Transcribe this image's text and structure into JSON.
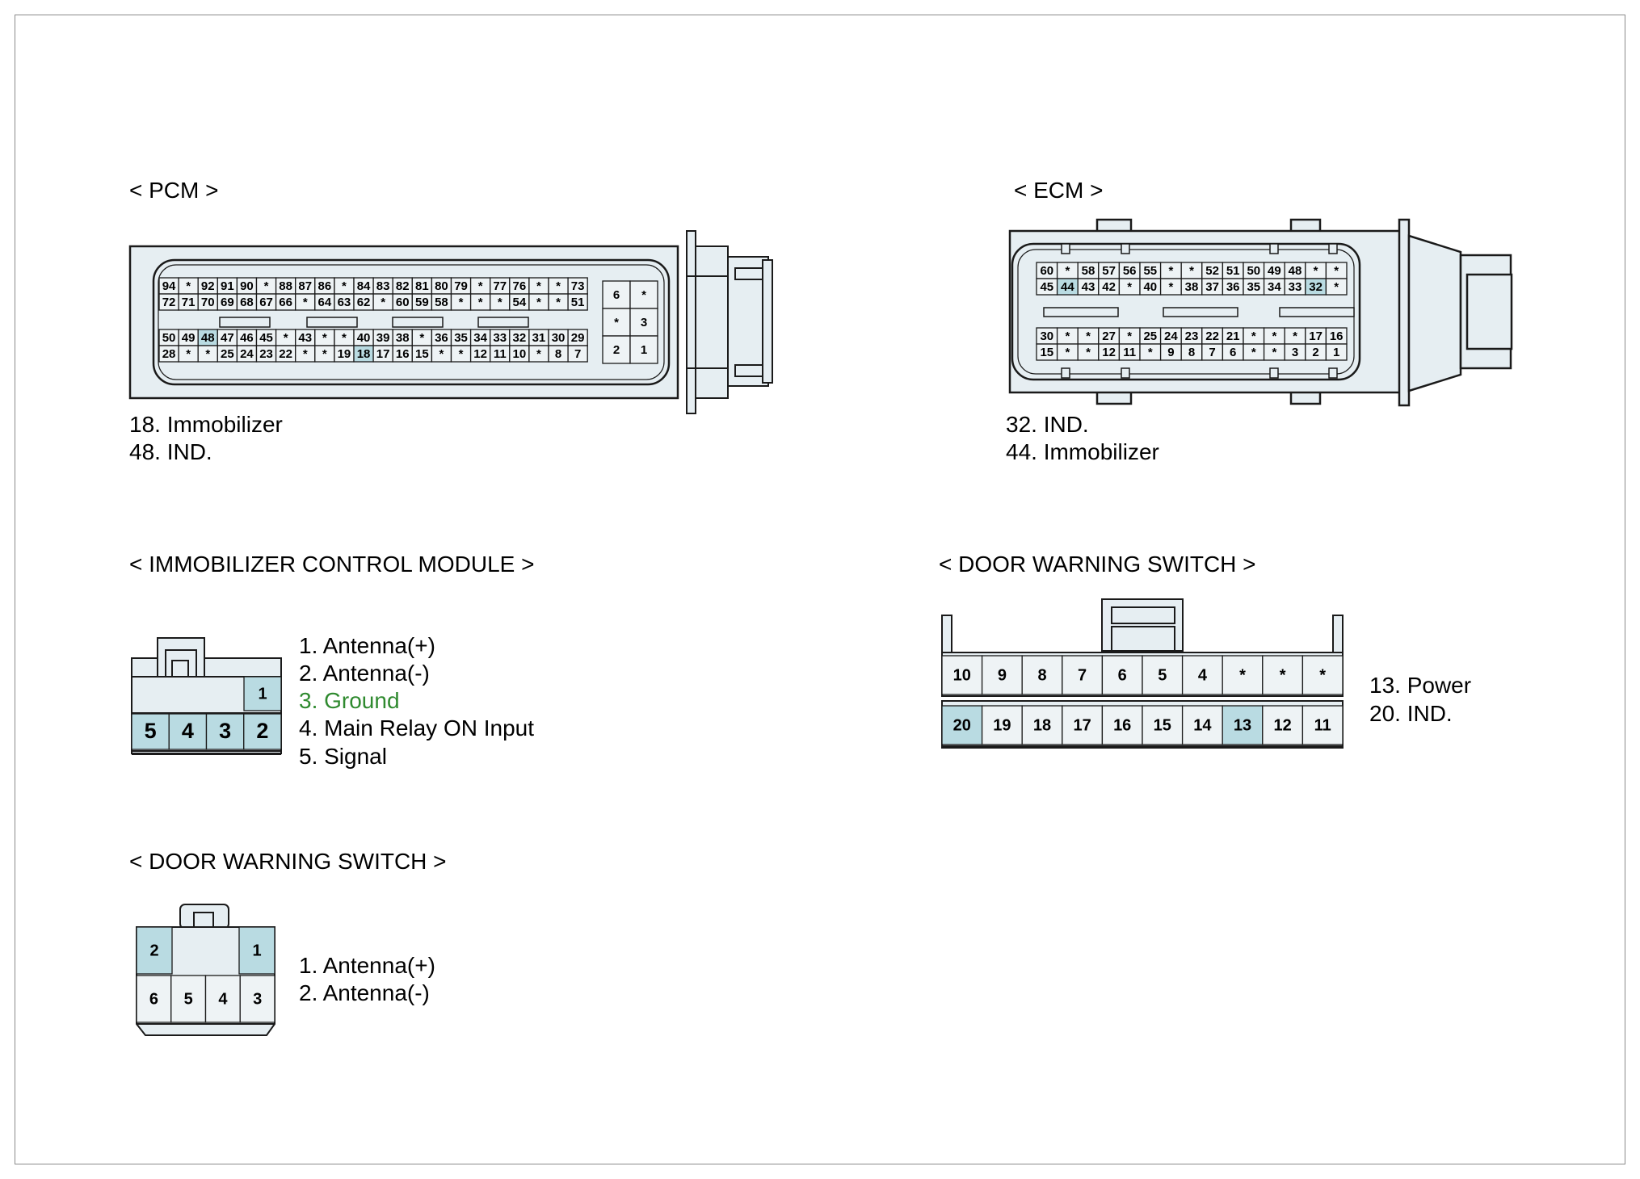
{
  "colors": {
    "shell_fill": "#e6eef2",
    "highlight_fill": "#b9dbe2",
    "stroke": "#1a1a1a",
    "ground_text": "#2f8a2f"
  },
  "pcm": {
    "title": "< PCM >",
    "left_rows": [
      [
        "94",
        "*",
        "92",
        "91",
        "90",
        "*",
        "88",
        "87",
        "86",
        "*",
        "84",
        "83",
        "82",
        "81",
        "80",
        "79",
        "*",
        "77",
        "76",
        "*",
        "*",
        "73"
      ],
      [
        "72",
        "71",
        "70",
        "69",
        "68",
        "67",
        "66",
        "*",
        "64",
        "63",
        "62",
        "*",
        "60",
        "59",
        "58",
        "*",
        "*",
        "*",
        "54",
        "*",
        "*",
        "51"
      ],
      [
        "50",
        "49",
        "48",
        "47",
        "46",
        "45",
        "*",
        "43",
        "*",
        "*",
        "40",
        "39",
        "38",
        "*",
        "36",
        "35",
        "34",
        "33",
        "32",
        "31",
        "30",
        "29"
      ],
      [
        "28",
        "*",
        "*",
        "25",
        "24",
        "23",
        "22",
        "*",
        "*",
        "19",
        "18",
        "17",
        "16",
        "15",
        "*",
        "*",
        "12",
        "11",
        "10",
        "*",
        "8",
        "7"
      ]
    ],
    "right_block": [
      [
        "6",
        "*"
      ],
      [
        "*",
        "3"
      ],
      [
        "2",
        "1"
      ]
    ],
    "highlighted": [
      "18",
      "48"
    ],
    "notes": [
      "18. Immobilizer",
      "48. IND."
    ]
  },
  "ecm": {
    "title": "< ECM >",
    "rows": [
      [
        "60",
        "*",
        "58",
        "57",
        "56",
        "55",
        "*",
        "*",
        "52",
        "51",
        "50",
        "49",
        "48",
        "*",
        "*"
      ],
      [
        "45",
        "44",
        "43",
        "42",
        "*",
        "40",
        "*",
        "38",
        "37",
        "36",
        "35",
        "34",
        "33",
        "32",
        "*"
      ],
      [
        "30",
        "*",
        "*",
        "27",
        "*",
        "25",
        "24",
        "23",
        "22",
        "21",
        "*",
        "*",
        "*",
        "17",
        "16"
      ],
      [
        "15",
        "*",
        "*",
        "12",
        "11",
        "*",
        "9",
        "8",
        "7",
        "6",
        "*",
        "*",
        "3",
        "2",
        "1"
      ]
    ],
    "highlighted": [
      "32",
      "44"
    ],
    "notes": [
      "32. IND.",
      "44. Immobilizer"
    ]
  },
  "immobilizer_module": {
    "title": "< IMMOBILIZER CONTROL MODULE >",
    "top_pin": "1",
    "bottom_pins": [
      "5",
      "4",
      "3",
      "2"
    ],
    "notes": [
      "1. Antenna(+)",
      "2. Antenna(-)",
      "3. Ground",
      "4. Main Relay ON Input",
      "5. Signal"
    ]
  },
  "door_switch_small": {
    "title": "< DOOR WARNING SWITCH >",
    "top_left_pin": "2",
    "top_right_pin": "1",
    "bottom_pins": [
      "6",
      "5",
      "4",
      "3"
    ],
    "notes": [
      "1. Antenna(+)",
      "2. Antenna(-)"
    ]
  },
  "door_switch_large": {
    "title": "< DOOR WARNING SWITCH >",
    "top_pins": [
      "10",
      "9",
      "8",
      "7",
      "6",
      "5",
      "4",
      "*",
      "*",
      "*"
    ],
    "bottom_pins": [
      "20",
      "19",
      "18",
      "17",
      "16",
      "15",
      "14",
      "13",
      "12",
      "11"
    ],
    "highlighted": [
      "20",
      "13"
    ],
    "notes": [
      "13. Power",
      "20. IND."
    ]
  }
}
